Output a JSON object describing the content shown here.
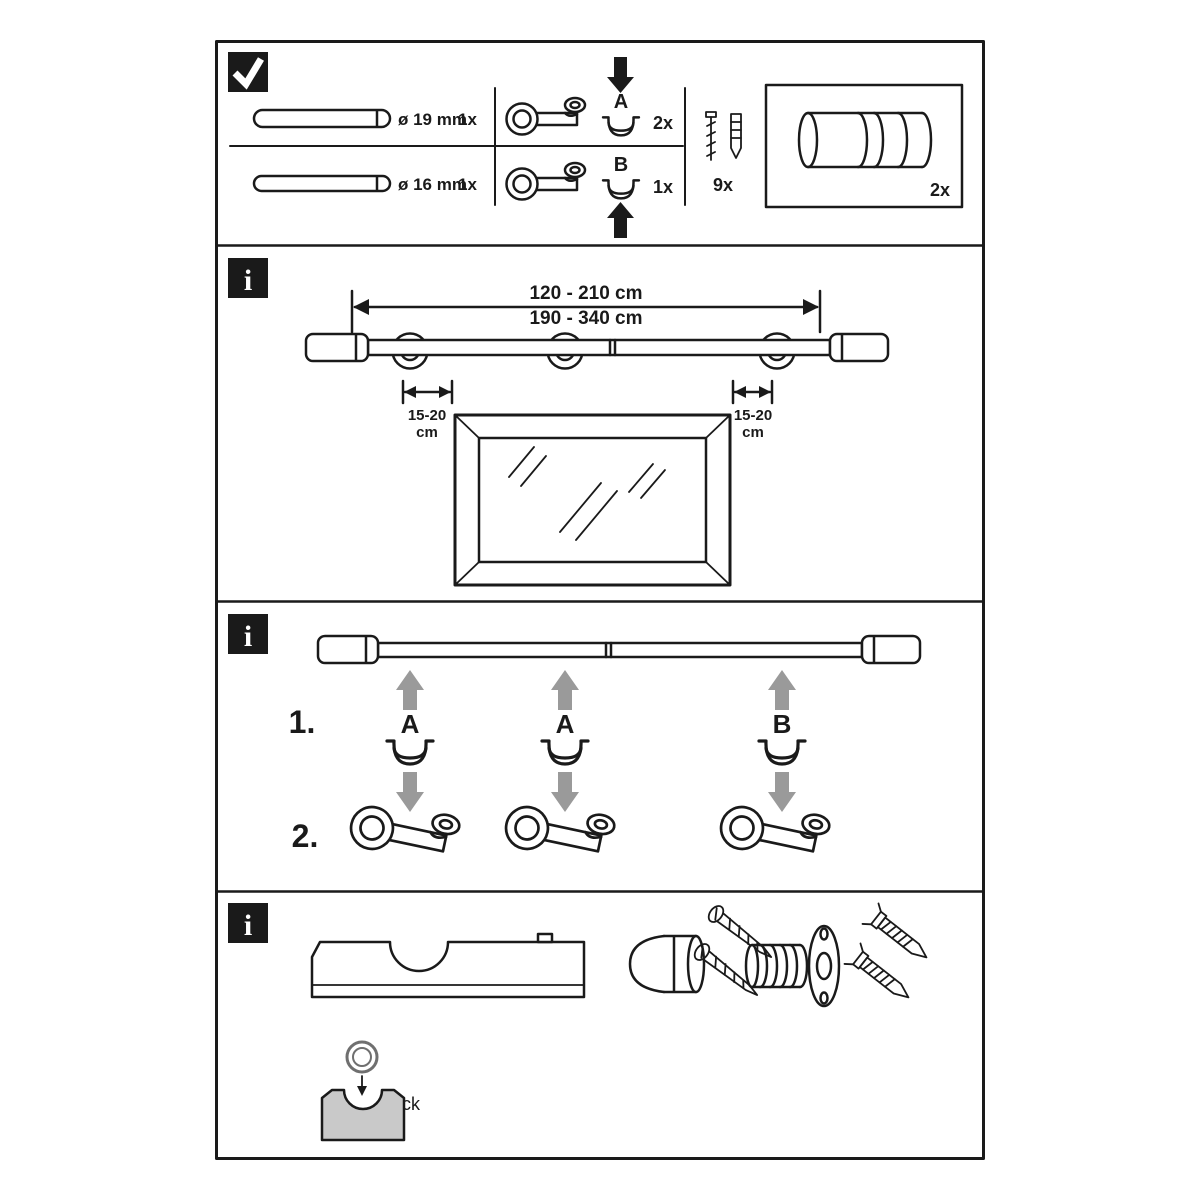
{
  "icons": {
    "check_glyph": "checkmark",
    "info_glyph": "i"
  },
  "colors": {
    "ink": "#1a1a1a",
    "arrow_gray": "#9a9a9a",
    "clip_block_gray": "#c9c9c9"
  },
  "sections": {
    "parts_list": {
      "rod_19": {
        "diameter_label": "ø 19 mm",
        "qty": "1x"
      },
      "rod_16": {
        "diameter_label": "ø 16 mm",
        "qty": "1x"
      },
      "clip_a": {
        "label": "A",
        "qty": "2x"
      },
      "clip_b": {
        "label": "B",
        "qty": "1x"
      },
      "screws": {
        "qty": "9x"
      },
      "end_caps": {
        "qty": "2x"
      }
    },
    "sizing": {
      "length_range_short": "120 - 210 cm",
      "length_range_long": "190 - 340 cm",
      "left_offset": {
        "line1": "15-20",
        "line2": "cm"
      },
      "right_offset": {
        "line1": "15-20",
        "line2": "cm"
      }
    },
    "mounting": {
      "step_1": "1.",
      "step_2": "2.",
      "clip_labels": [
        "A",
        "A",
        "B"
      ]
    },
    "fixing": {
      "click_label": "Click"
    }
  }
}
